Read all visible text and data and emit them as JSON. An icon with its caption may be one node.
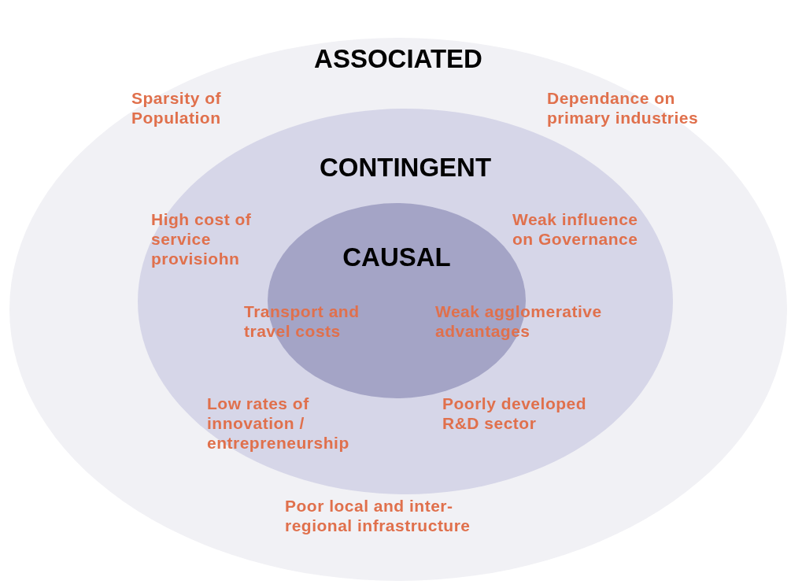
{
  "diagram": {
    "nodes": [
      {
        "text": [
          "ASSOCIATED"
        ]
      },
      {
        "text": [
          "CONTINGENT"
        ],
        "in": 0
      },
      {
        "text": [
          "CAUSAL"
        ],
        "in": 1
      }
    ],
    "labels": [
      "Sparsity of Population",
      "Dependance on primary industries",
      "High cost of service provisiohn",
      "Weak influence on Governance",
      "Transport and travel costs",
      "Weak agglomerative advantages",
      "Low rates of innovation / entrepreneurship",
      "Poorly developed R&D sector",
      "Poor local and inter-regional infrastructure"
    ]
  }
}
